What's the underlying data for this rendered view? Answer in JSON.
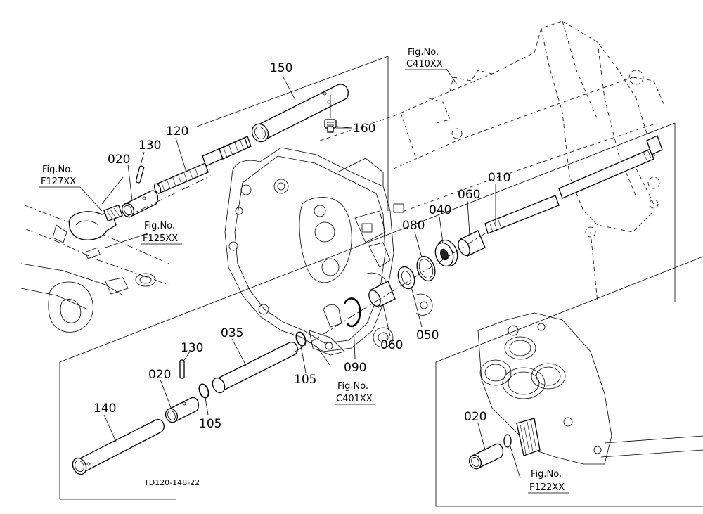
{
  "diagram_code": "TD120-148-22",
  "part_labels": [
    {
      "id": "p150",
      "text": "150"
    },
    {
      "id": "p160",
      "text": "160"
    },
    {
      "id": "p130a",
      "text": "130"
    },
    {
      "id": "p120",
      "text": "120"
    },
    {
      "id": "p020a",
      "text": "020"
    },
    {
      "id": "p010",
      "text": "010"
    },
    {
      "id": "p060a",
      "text": "060"
    },
    {
      "id": "p040",
      "text": "040"
    },
    {
      "id": "p080",
      "text": "080"
    },
    {
      "id": "p050",
      "text": "050"
    },
    {
      "id": "p060b",
      "text": "060"
    },
    {
      "id": "p090",
      "text": "090"
    },
    {
      "id": "p035",
      "text": "035"
    },
    {
      "id": "p130b",
      "text": "130"
    },
    {
      "id": "p020b",
      "text": "020"
    },
    {
      "id": "p105a",
      "text": "105"
    },
    {
      "id": "p105b",
      "text": "105"
    },
    {
      "id": "p140",
      "text": "140"
    },
    {
      "id": "p020c",
      "text": "020"
    }
  ],
  "figure_refs": [
    {
      "id": "c410",
      "prefix": "Fig.No.",
      "code": "C410XX"
    },
    {
      "id": "f127",
      "prefix": "Fig.No.",
      "code": "F127XX"
    },
    {
      "id": "f125",
      "prefix": "Fig.No.",
      "code": "F125XX"
    },
    {
      "id": "c401",
      "prefix": "Fig.No.",
      "code": "C401XX"
    },
    {
      "id": "f122",
      "prefix": "Fig.No.",
      "code": "F122XX"
    }
  ]
}
